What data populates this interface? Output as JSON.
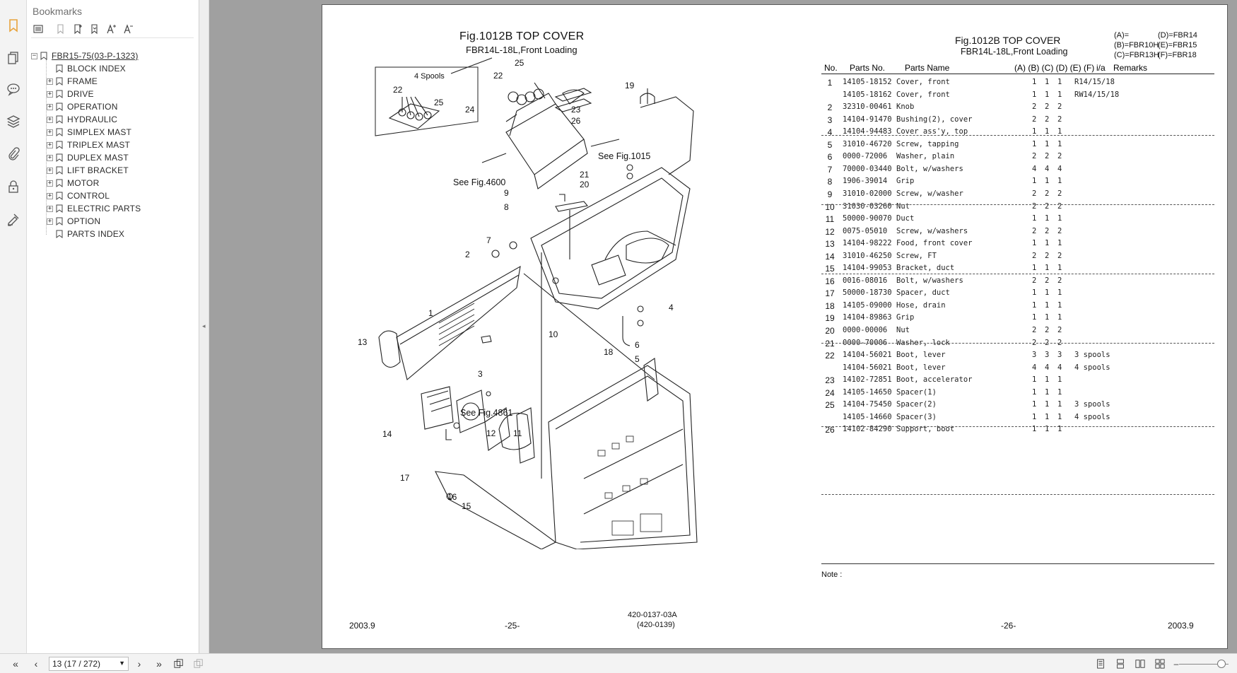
{
  "bookmarks": {
    "title": "Bookmarks",
    "root": "FBR15-75(03-P-1323)",
    "items": [
      {
        "label": "BLOCK INDEX",
        "expandable": false
      },
      {
        "label": "FRAME",
        "expandable": true
      },
      {
        "label": "DRIVE",
        "expandable": true
      },
      {
        "label": "OPERATION",
        "expandable": true
      },
      {
        "label": "HYDRAULIC",
        "expandable": true
      },
      {
        "label": "SIMPLEX MAST",
        "expandable": true
      },
      {
        "label": "TRIPLEX MAST",
        "expandable": true
      },
      {
        "label": "DUPLEX MAST",
        "expandable": true
      },
      {
        "label": "LIFT BRACKET",
        "expandable": true
      },
      {
        "label": "MOTOR",
        "expandable": true
      },
      {
        "label": "CONTROL",
        "expandable": true
      },
      {
        "label": "ELECTRIC PARTS",
        "expandable": true
      },
      {
        "label": "OPTION",
        "expandable": true
      },
      {
        "label": "PARTS INDEX",
        "expandable": false
      }
    ]
  },
  "left_page": {
    "title": "Fig.1012B  TOP COVER",
    "subtitle": "FBR14L-18L,Front Loading",
    "date": "2003.9",
    "page_no": "-25-",
    "code1": "420-0137-03A",
    "code2": "(420-0139)",
    "inset_label": "4 Spools",
    "see_4600": "See Fig.4600",
    "see_1015": "See Fig.1015",
    "see_4861": "See Fig.4861",
    "callouts": [
      "22",
      "25",
      "23",
      "24",
      "26",
      "19",
      "21",
      "20",
      "9",
      "8",
      "7",
      "2",
      "1",
      "13",
      "10",
      "4",
      "18",
      "6",
      "5",
      "3",
      "14",
      "17",
      "12",
      "11",
      "16",
      "15",
      "22",
      "25"
    ]
  },
  "right_page": {
    "title": "Fig.1012B  TOP COVER",
    "subtitle": "FBR14L-18L,Front Loading",
    "codes": {
      "a": "(A)=",
      "d": "(D)=FBR14",
      "b": "(B)=FBR10H",
      "e": "(E)=FBR15",
      "c": "(C)=FBR13H",
      "f": "(F)=FBR18"
    },
    "headers": {
      "no": "No.",
      "parts_no": "Parts No.",
      "parts_name": "Parts Name",
      "models": "(A) (B) (C) (D) (E) (F)",
      "ia": "i/a",
      "remarks": "Remarks"
    },
    "rows": [
      {
        "no": "1",
        "pn": "14105-18152",
        "name": "Cover, front",
        "d": "1",
        "e": "1",
        "f": "1",
        "rem": "R14/15/18"
      },
      {
        "no": "",
        "pn": "14105-18162",
        "name": "Cover, front",
        "d": "1",
        "e": "1",
        "f": "1",
        "rem": "RW14/15/18"
      },
      {
        "no": "2",
        "pn": "32310-00461",
        "name": "Knob",
        "d": "2",
        "e": "2",
        "f": "2",
        "rem": ""
      },
      {
        "no": "3",
        "pn": "14104-91470",
        "name": "Bushing(2), cover",
        "d": "2",
        "e": "2",
        "f": "2",
        "rem": ""
      },
      {
        "no": "4",
        "pn": "14104-94483",
        "name": "Cover ass'y, top",
        "d": "1",
        "e": "1",
        "f": "1",
        "rem": ""
      },
      {
        "no": "5",
        "pn": "31010-46720",
        "name": "Screw, tapping",
        "d": "1",
        "e": "1",
        "f": "1",
        "rem": ""
      },
      {
        "no": "6",
        "pn": "0000-72006",
        "name": "Washer, plain",
        "d": "2",
        "e": "2",
        "f": "2",
        "rem": ""
      },
      {
        "no": "7",
        "pn": "70000-03440",
        "name": "Bolt, w/washers",
        "d": "4",
        "e": "4",
        "f": "4",
        "rem": ""
      },
      {
        "no": "8",
        "pn": "1906-39014",
        "name": "Grip",
        "d": "1",
        "e": "1",
        "f": "1",
        "rem": ""
      },
      {
        "no": "9",
        "pn": "31010-02000",
        "name": "Screw, w/washer",
        "d": "2",
        "e": "2",
        "f": "2",
        "rem": ""
      },
      {
        "no": "10",
        "pn": "31030-03260",
        "name": "Nut",
        "d": "2",
        "e": "2",
        "f": "2",
        "rem": ""
      },
      {
        "no": "11",
        "pn": "50000-90070",
        "name": "Duct",
        "d": "1",
        "e": "1",
        "f": "1",
        "rem": ""
      },
      {
        "no": "12",
        "pn": "0075-05010",
        "name": "Screw, w/washers",
        "d": "2",
        "e": "2",
        "f": "2",
        "rem": ""
      },
      {
        "no": "13",
        "pn": "14104-98222",
        "name": "Food, front cover",
        "d": "1",
        "e": "1",
        "f": "1",
        "rem": ""
      },
      {
        "no": "14",
        "pn": "31010-46250",
        "name": "Screw, FT",
        "d": "2",
        "e": "2",
        "f": "2",
        "rem": ""
      },
      {
        "no": "15",
        "pn": "14104-99053",
        "name": "Bracket, duct",
        "d": "1",
        "e": "1",
        "f": "1",
        "rem": ""
      },
      {
        "no": "16",
        "pn": "0016-08016",
        "name": "Bolt, w/washers",
        "d": "2",
        "e": "2",
        "f": "2",
        "rem": ""
      },
      {
        "no": "17",
        "pn": "50000-18730",
        "name": "Spacer, duct",
        "d": "1",
        "e": "1",
        "f": "1",
        "rem": ""
      },
      {
        "no": "18",
        "pn": "14105-09000",
        "name": "Hose, drain",
        "d": "1",
        "e": "1",
        "f": "1",
        "rem": ""
      },
      {
        "no": "19",
        "pn": "14104-89863",
        "name": "Grip",
        "d": "1",
        "e": "1",
        "f": "1",
        "rem": ""
      },
      {
        "no": "20",
        "pn": "0000-00006",
        "name": "Nut",
        "d": "2",
        "e": "2",
        "f": "2",
        "rem": ""
      },
      {
        "no": "21",
        "pn": "0000-70006",
        "name": "Washer, lock",
        "d": "2",
        "e": "2",
        "f": "2",
        "rem": ""
      },
      {
        "no": "22",
        "pn": "14104-56021",
        "name": "Boot, lever",
        "d": "3",
        "e": "3",
        "f": "3",
        "rem": "3 spools"
      },
      {
        "no": "",
        "pn": "14104-56021",
        "name": "Boot, lever",
        "d": "4",
        "e": "4",
        "f": "4",
        "rem": "4 spools"
      },
      {
        "no": "23",
        "pn": "14102-72851",
        "name": "Boot, accelerator",
        "d": "1",
        "e": "1",
        "f": "1",
        "rem": ""
      },
      {
        "no": "24",
        "pn": "14105-14650",
        "name": "Spacer(1)",
        "d": "1",
        "e": "1",
        "f": "1",
        "rem": ""
      },
      {
        "no": "25",
        "pn": "14104-75450",
        "name": "Spacer(2)",
        "d": "1",
        "e": "1",
        "f": "1",
        "rem": "3 spools"
      },
      {
        "no": "",
        "pn": "14105-14660",
        "name": "Spacer(3)",
        "d": "1",
        "e": "1",
        "f": "1",
        "rem": "4 spools"
      },
      {
        "no": "26",
        "pn": "14102-84290",
        "name": "Support, boot",
        "d": "1",
        "e": "1",
        "f": "1",
        "rem": ""
      }
    ],
    "note": "Note :",
    "page_no": "-26-",
    "date": "2003.9"
  },
  "bottombar": {
    "page_value": "13 (17 / 272)"
  },
  "icons": {
    "rail": [
      "bookmark-icon",
      "pages-icon",
      "comment-icon",
      "layers-icon",
      "attachment-icon",
      "lock-icon",
      "signature-icon"
    ],
    "accent": "#e8a33c"
  }
}
